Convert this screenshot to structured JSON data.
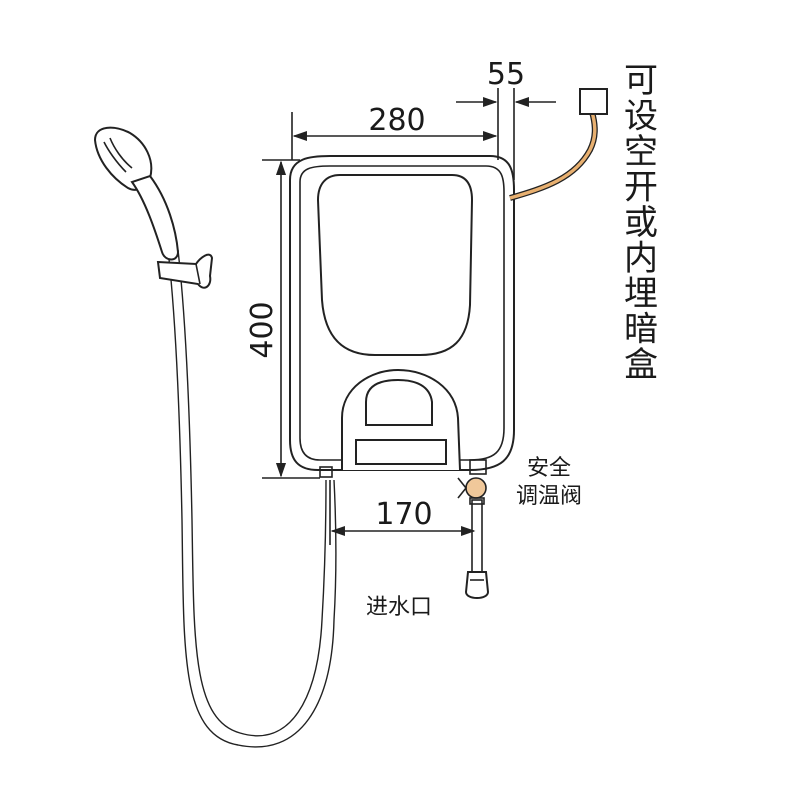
{
  "dimensions": {
    "width": "280",
    "height": "400",
    "gap": "55",
    "inlet_offset": "170"
  },
  "labels": {
    "breaker_note": "可设空开或内埋暗盒",
    "valve_line1": "安全",
    "valve_line2": "调温阀",
    "inlet": "进水口"
  },
  "colors": {
    "line": "#222222",
    "cable": "#e8b070",
    "valve": "#f0c89a"
  },
  "icons": [
    "shower-head-icon",
    "water-heater-icon",
    "junction-box-icon",
    "valve-icon"
  ]
}
